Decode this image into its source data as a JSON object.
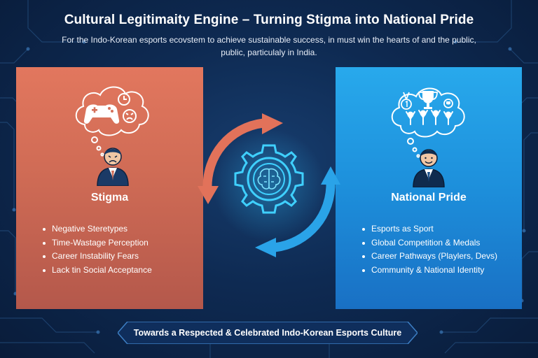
{
  "title": "Cultural Legitimaity Engine – Turning Stigma into National Pride",
  "subtitle": "For the Indo-Korean esports ecovstem to achieve sustainable success, in must win the hearts of and the public, public, particulaly in India.",
  "left_panel": {
    "heading": "Stigma",
    "color": "#d96f58",
    "icons": [
      "thought-bubble-icon",
      "game-controller-icon",
      "clock-icon",
      "angry-face-icon",
      "frowning-person-icon"
    ],
    "bullets": [
      "Negative Steretypes",
      "Time-Wastage Perception",
      "Career Instability Fears",
      "Lack tin Social Acceptance"
    ]
  },
  "right_panel": {
    "heading": "National Pride",
    "color": "#1f95df",
    "icons": [
      "thought-bubble-icon",
      "medal-icon",
      "trophy-icon",
      "cheering-crowd-icon",
      "smiling-person-icon"
    ],
    "bullets": [
      "Esports as Sport",
      "Global Competition & Medals",
      "Career Pathways (Playlers, Devs)",
      "Community & National Identity"
    ]
  },
  "center": {
    "icons": [
      "gear-icon",
      "brain-icon",
      "cycle-arrow-orange-icon",
      "cycle-arrow-blue-icon"
    ],
    "arrow_colors": [
      "#e2725a",
      "#2aa3e8"
    ]
  },
  "banner": {
    "text": "Towards a Respected & Celebrated Indo-Korean Esports Culture"
  }
}
